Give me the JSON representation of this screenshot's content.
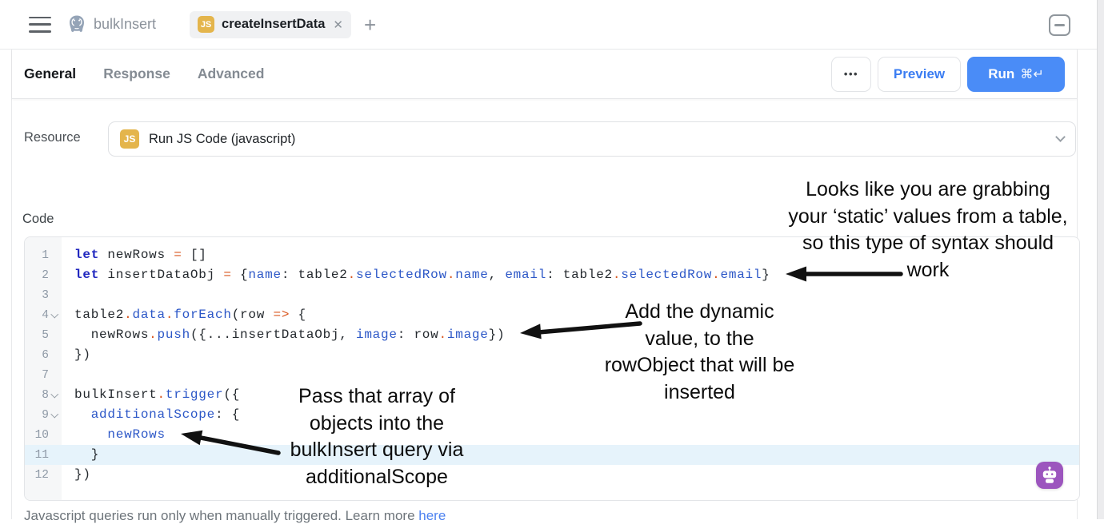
{
  "header": {
    "app_title": "bulkInsert",
    "tab": {
      "badge": "JS",
      "label": "createInsertData",
      "close": "✕"
    },
    "add_tab": "+"
  },
  "toolbar": {
    "tabs": [
      {
        "label": "General",
        "active": true
      },
      {
        "label": "Response",
        "active": false
      },
      {
        "label": "Advanced",
        "active": false
      }
    ],
    "more_label": "•••",
    "preview_label": "Preview",
    "run_label": "Run",
    "run_shortcut": "⌘↵"
  },
  "resource": {
    "label": "Resource",
    "badge": "JS",
    "value": "Run JS Code (javascript)"
  },
  "code_section": {
    "label": "Code",
    "active_line": 11,
    "lines": [
      {
        "n": 1,
        "fold": false,
        "tokens": [
          {
            "t": "let",
            "c": "k"
          },
          {
            "t": " newRows ",
            "c": "d"
          },
          {
            "t": "=",
            "c": "o"
          },
          {
            "t": " []",
            "c": "d"
          }
        ]
      },
      {
        "n": 2,
        "fold": false,
        "tokens": [
          {
            "t": "let",
            "c": "k"
          },
          {
            "t": " insertDataObj ",
            "c": "d"
          },
          {
            "t": "=",
            "c": "o"
          },
          {
            "t": " {",
            "c": "d"
          },
          {
            "t": "name",
            "c": "p"
          },
          {
            "t": ": table2",
            "c": "d"
          },
          {
            "t": ".",
            "c": "o"
          },
          {
            "t": "selectedRow",
            "c": "p"
          },
          {
            "t": ".",
            "c": "o"
          },
          {
            "t": "name",
            "c": "p"
          },
          {
            "t": ", ",
            "c": "d"
          },
          {
            "t": "email",
            "c": "p"
          },
          {
            "t": ": table2",
            "c": "d"
          },
          {
            "t": ".",
            "c": "o"
          },
          {
            "t": "selectedRow",
            "c": "p"
          },
          {
            "t": ".",
            "c": "o"
          },
          {
            "t": "email",
            "c": "p"
          },
          {
            "t": "}",
            "c": "d"
          }
        ]
      },
      {
        "n": 3,
        "fold": false,
        "tokens": []
      },
      {
        "n": 4,
        "fold": true,
        "tokens": [
          {
            "t": "table2",
            "c": "d"
          },
          {
            "t": ".",
            "c": "o"
          },
          {
            "t": "data",
            "c": "p"
          },
          {
            "t": ".",
            "c": "o"
          },
          {
            "t": "forEach",
            "c": "p"
          },
          {
            "t": "(row ",
            "c": "d"
          },
          {
            "t": "=>",
            "c": "o"
          },
          {
            "t": " {",
            "c": "d"
          }
        ]
      },
      {
        "n": 5,
        "fold": false,
        "tokens": [
          {
            "t": "  newRows",
            "c": "d"
          },
          {
            "t": ".",
            "c": "o"
          },
          {
            "t": "push",
            "c": "p"
          },
          {
            "t": "({...insertDataObj, ",
            "c": "d"
          },
          {
            "t": "image",
            "c": "p"
          },
          {
            "t": ": row",
            "c": "d"
          },
          {
            "t": ".",
            "c": "o"
          },
          {
            "t": "image",
            "c": "p"
          },
          {
            "t": "})",
            "c": "d"
          }
        ]
      },
      {
        "n": 6,
        "fold": false,
        "tokens": [
          {
            "t": "})",
            "c": "d"
          }
        ]
      },
      {
        "n": 7,
        "fold": false,
        "tokens": []
      },
      {
        "n": 8,
        "fold": true,
        "tokens": [
          {
            "t": "bulkInsert",
            "c": "d"
          },
          {
            "t": ".",
            "c": "o"
          },
          {
            "t": "trigger",
            "c": "p"
          },
          {
            "t": "({",
            "c": "d"
          }
        ]
      },
      {
        "n": 9,
        "fold": true,
        "tokens": [
          {
            "t": "  ",
            "c": "d"
          },
          {
            "t": "additionalScope",
            "c": "p"
          },
          {
            "t": ": {",
            "c": "d"
          }
        ]
      },
      {
        "n": 10,
        "fold": false,
        "tokens": [
          {
            "t": "    ",
            "c": "d"
          },
          {
            "t": "newRows",
            "c": "p"
          }
        ]
      },
      {
        "n": 11,
        "fold": false,
        "tokens": [
          {
            "t": "  }",
            "c": "d"
          }
        ]
      },
      {
        "n": 12,
        "fold": false,
        "tokens": [
          {
            "t": "})",
            "c": "d"
          }
        ]
      }
    ]
  },
  "annotations": [
    {
      "lines": [
        "Looks like you are grabbing",
        "your ‘static’ values from a table,",
        "so this type of syntax should",
        "work"
      ]
    },
    {
      "lines": [
        "Add the dynamic",
        "value, to the",
        "rowObject that will be",
        "inserted"
      ]
    },
    {
      "lines": [
        "Pass that array of",
        "objects into the",
        "bulkInsert query via",
        "additionalScope"
      ]
    }
  ],
  "footer": {
    "text": "Javascript queries run only when manually triggered. Learn more ",
    "link_label": "here"
  },
  "colors": {
    "accent_blue": "#4a8cf7",
    "preview_blue": "#3b7df2",
    "js_badge_gold": "#e4b54c",
    "code_keyword": "#2128bf",
    "code_property": "#2c57c7",
    "code_operator": "#d9571f",
    "active_line_bg": "#e6f3fb",
    "robot_purple": "#9c55be",
    "postgres_icon_slate": "#95a4b7"
  }
}
